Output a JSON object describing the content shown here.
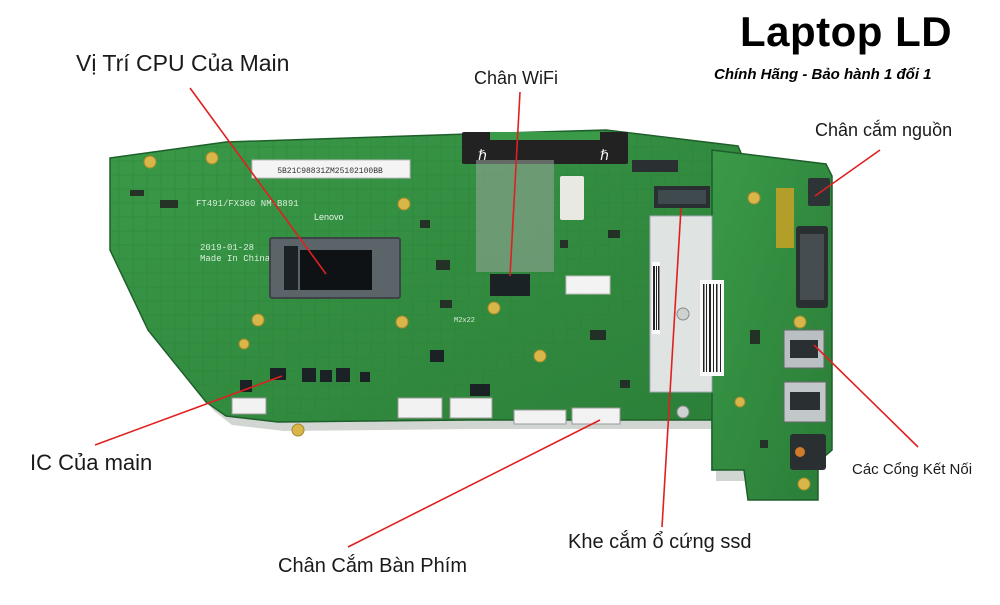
{
  "brand": {
    "title": "Laptop LD",
    "subtitle": "Chính Hãng - Bảo hành 1 đổi 1"
  },
  "labels": {
    "cpu": "Vị Trí CPU Của Main",
    "wifi": "Chân WiFi",
    "power": "Chân cắm nguồn",
    "ports": "Các Cổng Kết Nối",
    "ic": "IC Của main",
    "keyboard": "Chân Cắm Bàn Phím",
    "ssd": "Khe cắm ổ cứng ssd"
  },
  "board_text": {
    "serial": "5B21C98831ZM25102100BB",
    "model": "FT491/FX360 NM-B891",
    "brand": "Lenovo",
    "date": "2019-01-28",
    "origin": "Made In China",
    "cpu_marking": "M2x22"
  },
  "colors": {
    "pcb": "#2f8f3e",
    "pcb_dark": "#1f6b2c",
    "pointer": "#e02020"
  }
}
